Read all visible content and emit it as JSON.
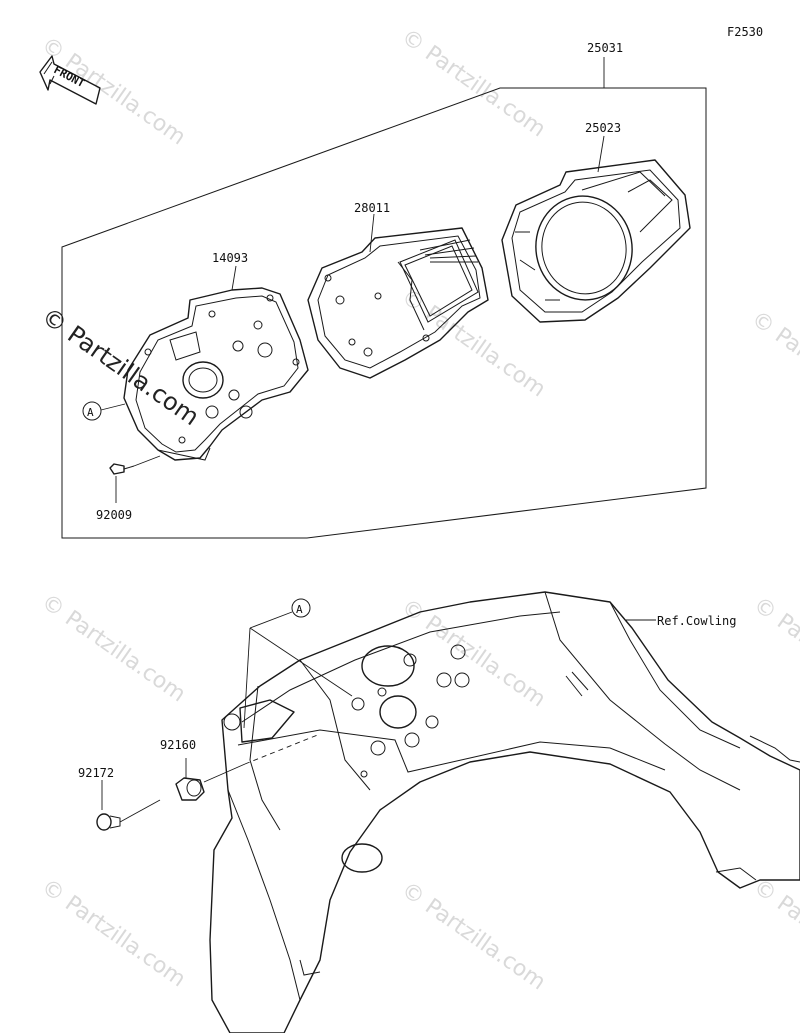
{
  "figure_id": "F2530",
  "front_label": "FRONT",
  "parts": {
    "assembly": "25031",
    "cover_lens": "25023",
    "meter_unit": "28011",
    "meter_case": "14093",
    "screw": "92009",
    "grommet": "92160",
    "bolt": "92172"
  },
  "ref_label": "Ref.Cowling",
  "callout": "A",
  "watermark": "© Partzilla.com"
}
